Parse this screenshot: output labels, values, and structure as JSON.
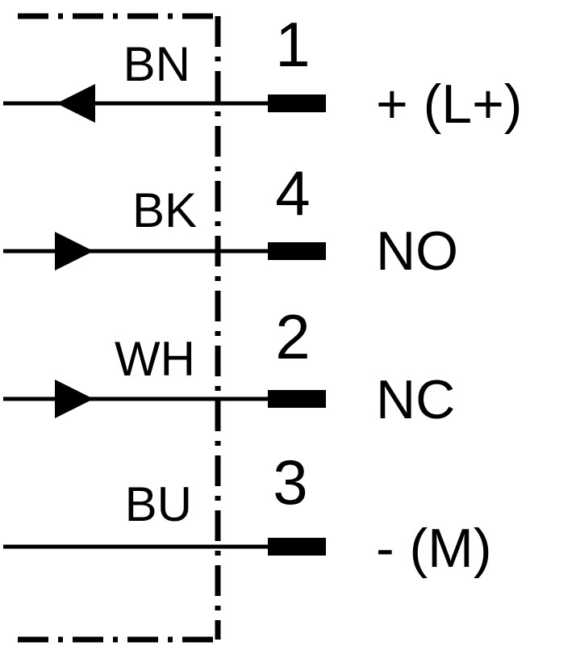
{
  "wires": [
    {
      "color_code": "BN",
      "pin": "1",
      "function": "+ (L+)",
      "arrow": "left"
    },
    {
      "color_code": "BK",
      "pin": "4",
      "function": "NO",
      "arrow": "right"
    },
    {
      "color_code": "WH",
      "pin": "2",
      "function": "NC",
      "arrow": "right"
    },
    {
      "color_code": "BU",
      "pin": "3",
      "function": "- (M)",
      "arrow": "none"
    }
  ],
  "colors": {
    "line": "#000000",
    "background": "#ffffff"
  }
}
